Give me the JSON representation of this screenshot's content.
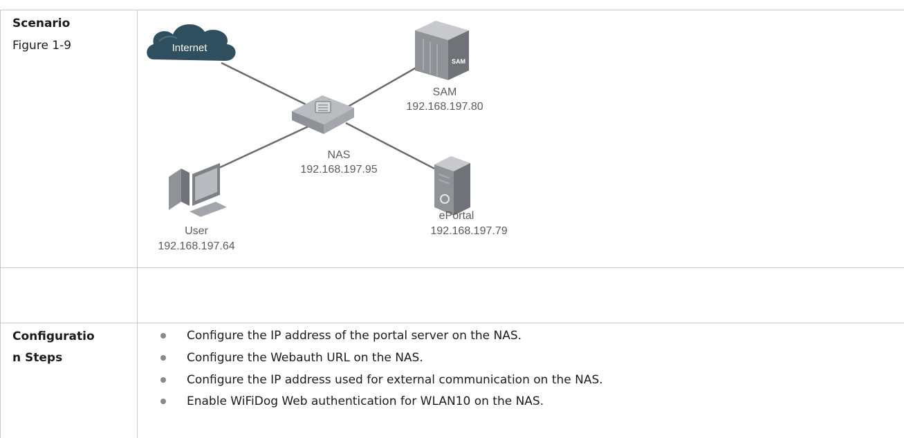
{
  "scenario": {
    "label": "Scenario",
    "figure_ref": "Figure 1-9"
  },
  "diagram": {
    "internet_label": "Internet",
    "nodes": {
      "sam": {
        "name": "SAM",
        "ip": "192.168.197.80"
      },
      "nas": {
        "name": "NAS",
        "ip": "192.168.197.95"
      },
      "user": {
        "name": "User",
        "ip": "192.168.197.64"
      },
      "eportal": {
        "name": "ePortal",
        "ip": "192.168.197.79"
      }
    },
    "sam_box_text": "SAM"
  },
  "config": {
    "label_line1": "Configuratio",
    "label_line2": "n Steps",
    "steps": [
      "Configure the IP address of the portal server on the NAS.",
      "Configure the Webauth URL on the NAS.",
      "Configure the IP address used for external communication on the NAS.",
      "Enable WiFiDog Web authentication for WLAN10 on the NAS."
    ]
  }
}
